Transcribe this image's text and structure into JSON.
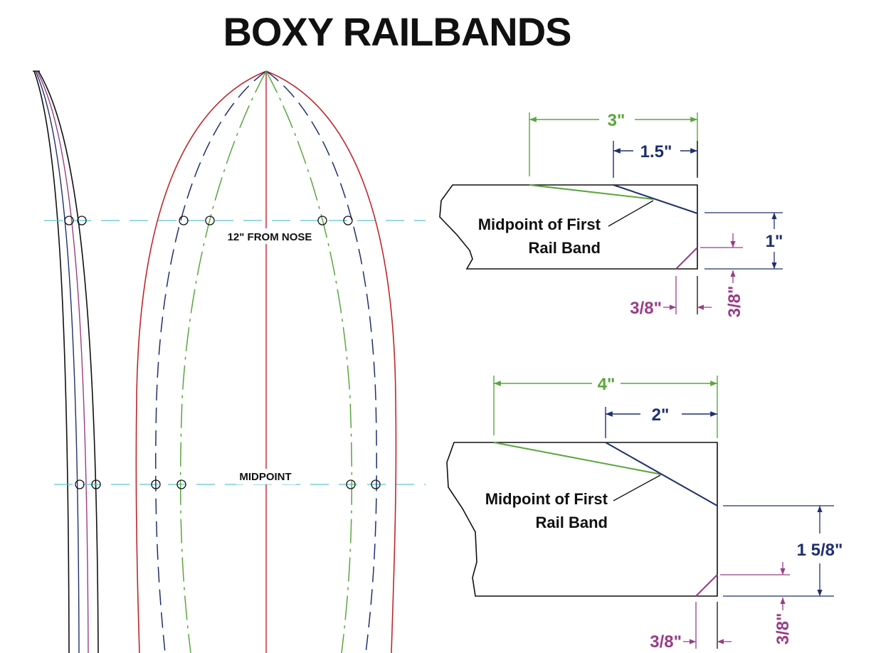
{
  "title": "BOXY RAILBANDS",
  "outline_labels": {
    "line_12": "12\" FROM NOSE",
    "line_mid": "MIDPOINT"
  },
  "section_1": {
    "outer_width": "3\"",
    "inner_width": "1.5\"",
    "height": "1\"",
    "corner_h": "3/8\"",
    "corner_v": "3/8\"",
    "note_line1": "Midpoint of First",
    "note_line2": "Rail Band"
  },
  "section_2": {
    "outer_width": "4\"",
    "inner_width": "2\"",
    "height": "1 5/8\"",
    "corner_h": "3/8\"",
    "corner_v": "3/8\"",
    "note_line1": "Midpoint of First",
    "note_line2": "Rail Band"
  },
  "colors": {
    "outline": "#c0262c",
    "first_band": "#5aa63c",
    "second_band": "#1f2f6e",
    "corner": "#993d86",
    "guide": "#5cc4cf",
    "ink": "#111111"
  }
}
